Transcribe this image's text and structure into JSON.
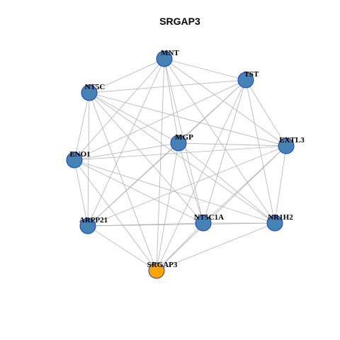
{
  "title": "SRGAP3",
  "colors": {
    "default_node": "#4682B4",
    "highlight_node": "#FFA500",
    "edge": "#b3b3b3",
    "node_border": "#1f3fbf"
  },
  "nodes": [
    {
      "id": "MNT",
      "label": "MNT",
      "highlight": false
    },
    {
      "id": "TST",
      "label": "TST",
      "highlight": false
    },
    {
      "id": "NT5C",
      "label": "NT5C",
      "highlight": false
    },
    {
      "id": "MGP",
      "label": "MGP",
      "highlight": false
    },
    {
      "id": "EXTL3",
      "label": "EXTL3",
      "highlight": false
    },
    {
      "id": "ENO1",
      "label": "ENO1",
      "highlight": false
    },
    {
      "id": "ARPP21",
      "label": "ARPP21",
      "highlight": false
    },
    {
      "id": "NT5C1A",
      "label": "NT5C1A",
      "highlight": false
    },
    {
      "id": "NR1H2",
      "label": "NR1H2",
      "highlight": false
    },
    {
      "id": "SRGAP3",
      "label": "SRGAP3",
      "highlight": true
    }
  ],
  "edges": [
    [
      "MNT",
      "TST"
    ],
    [
      "MNT",
      "NT5C"
    ],
    [
      "MNT",
      "MGP"
    ],
    [
      "MNT",
      "EXTL3"
    ],
    [
      "MNT",
      "ENO1"
    ],
    [
      "MNT",
      "ARPP21"
    ],
    [
      "MNT",
      "NT5C1A"
    ],
    [
      "MNT",
      "NR1H2"
    ],
    [
      "MNT",
      "SRGAP3"
    ],
    [
      "TST",
      "NT5C"
    ],
    [
      "TST",
      "MGP"
    ],
    [
      "TST",
      "EXTL3"
    ],
    [
      "TST",
      "ENO1"
    ],
    [
      "TST",
      "ARPP21"
    ],
    [
      "TST",
      "NT5C1A"
    ],
    [
      "TST",
      "NR1H2"
    ],
    [
      "TST",
      "SRGAP3"
    ],
    [
      "NT5C",
      "MGP"
    ],
    [
      "NT5C",
      "EXTL3"
    ],
    [
      "NT5C",
      "ENO1"
    ],
    [
      "NT5C",
      "ARPP21"
    ],
    [
      "NT5C",
      "NT5C1A"
    ],
    [
      "NT5C",
      "NR1H2"
    ],
    [
      "NT5C",
      "SRGAP3"
    ],
    [
      "MGP",
      "EXTL3"
    ],
    [
      "MGP",
      "ENO1"
    ],
    [
      "MGP",
      "ARPP21"
    ],
    [
      "MGP",
      "NT5C1A"
    ],
    [
      "MGP",
      "NR1H2"
    ],
    [
      "MGP",
      "SRGAP3"
    ],
    [
      "EXTL3",
      "ENO1"
    ],
    [
      "EXTL3",
      "ARPP21"
    ],
    [
      "EXTL3",
      "NT5C1A"
    ],
    [
      "EXTL3",
      "NR1H2"
    ],
    [
      "EXTL3",
      "SRGAP3"
    ],
    [
      "ENO1",
      "ARPP21"
    ],
    [
      "ENO1",
      "NT5C1A"
    ],
    [
      "ENO1",
      "NR1H2"
    ],
    [
      "ENO1",
      "SRGAP3"
    ],
    [
      "ARPP21",
      "NT5C1A"
    ],
    [
      "ARPP21",
      "NR1H2"
    ],
    [
      "ARPP21",
      "SRGAP3"
    ],
    [
      "NT5C1A",
      "NR1H2"
    ],
    [
      "NT5C1A",
      "SRGAP3"
    ],
    [
      "NR1H2",
      "SRGAP3"
    ]
  ]
}
